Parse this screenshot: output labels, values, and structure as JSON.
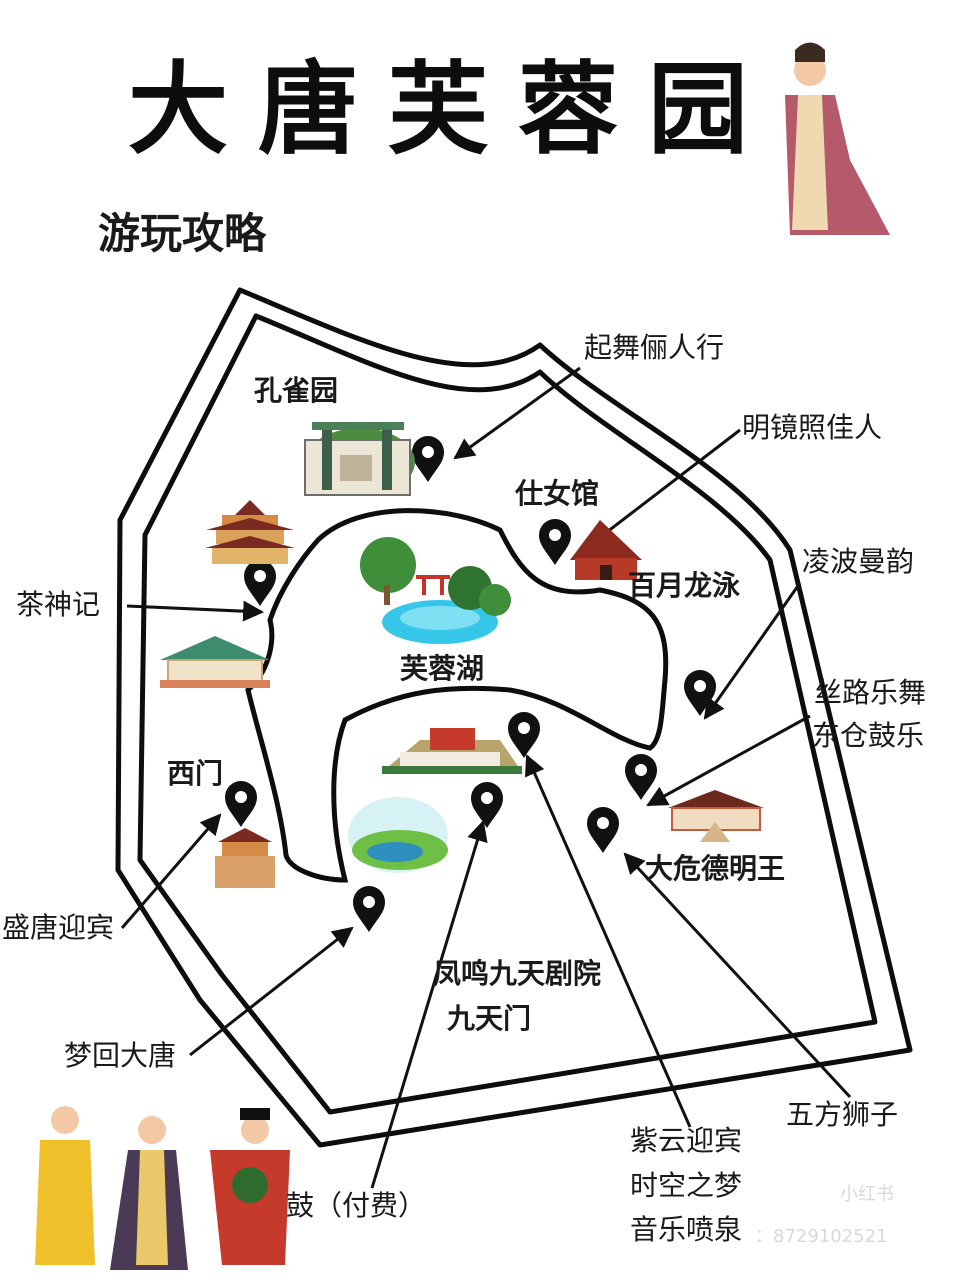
{
  "title": "大唐芙蓉园",
  "subtitle": "游玩攻略",
  "areas": {
    "peacock_garden": "孔雀园",
    "ladies_hall": "仕女馆",
    "baiyue_longyong": "百月龙泳",
    "lotus_lake": "芙蓉湖",
    "west_gate": "西门",
    "vidya_king": "大危德明王",
    "theater": "凤鸣九天剧院",
    "jiutianmen": "九天门"
  },
  "shows": {
    "qiwu": "起舞俪人行",
    "mingjing": "明镜照佳人",
    "lingbo": "凌波曼韵",
    "silu": "丝路乐舞",
    "dongcang": "东仓鼓乐",
    "chashen": "茶神记",
    "shengtang": "盛唐迎宾",
    "menghui": "梦回大唐",
    "wufang": "五方狮子",
    "ziyun": "紫云迎宾",
    "shikong": "时空之梦",
    "fountain": "音乐喷泉",
    "drum": "鼓（付费）"
  },
  "watermark": {
    "logo": "小红书",
    "id": "：8729102521"
  },
  "colors": {
    "outline": "#0d0d0d",
    "lake": "#35c6e8",
    "tree": "#3f8f3a",
    "roof": "#7a2a20",
    "pin": "#111111"
  },
  "icons": [
    "location-pin-icon",
    "pavilion-icon",
    "lake-icon",
    "pagoda-icon",
    "palace-icon",
    "tang-figure-icon"
  ]
}
